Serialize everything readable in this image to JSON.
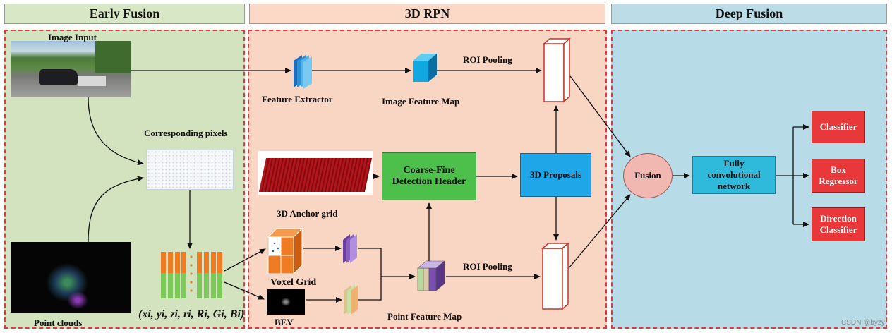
{
  "sections": {
    "early_fusion": "Early Fusion",
    "rpn": "3D RPN",
    "deep_fusion": "Deep Fusion"
  },
  "labels": {
    "image_input": "Image Input",
    "corresponding_pixels": "Corresponding pixels",
    "point_clouds": "Point clouds",
    "point_tuple": "(xi, yi, zi, ri, Ri, Gi, Bi)",
    "feature_extractor": "Feature Extractor",
    "image_feature_map": "Image Feature Map",
    "roi_pooling_top": "ROI Pooling",
    "roi_pooling_bottom": "ROI Pooling",
    "anchor_grid": "3D Anchor grid",
    "detection_header": "Coarse-Fine Detection Header",
    "proposals": "3D Proposals",
    "voxel_grid": "Voxel Grid",
    "bev": "BEV",
    "point_feature_map": "Point Feature Map",
    "fusion": "Fusion",
    "fcn": "Fully convolutional network",
    "classifier": "Classifier",
    "box_regressor": "Box Regressor",
    "direction_classifier": "Direction Classifier",
    "watermark": "CSDN @byzy"
  },
  "colors": {
    "early_bg": "#d3e3c0",
    "rpn_bg": "#f9d6c4",
    "deep_bg": "#b7dce7",
    "header_green": "#d8e8c6",
    "header_peach": "#fbd9c6",
    "header_blue": "#bcdde8",
    "dashed_border": "#e23a3a",
    "header_box_green": "#4cc04a",
    "proposals_blue": "#1fa6e8",
    "fusion_pink": "#f0b8b0",
    "fcn_cyan": "#2fb9da",
    "output_red": "#e8383a"
  }
}
